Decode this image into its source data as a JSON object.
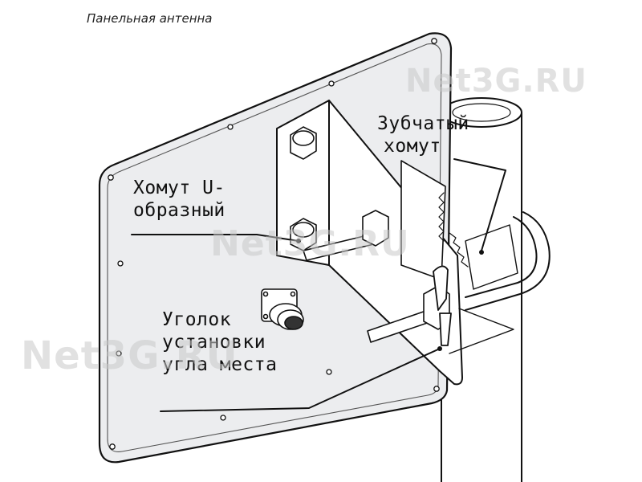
{
  "title": "Панельная антенна",
  "labels": {
    "toothed_clamp": [
      "Зубчатый",
      "хомут"
    ],
    "u_clamp": [
      "Хомут U-",
      "образный"
    ],
    "elevation_bracket": [
      "Уголок",
      "установки",
      "угла места"
    ]
  },
  "watermark": "Net3G.RU"
}
